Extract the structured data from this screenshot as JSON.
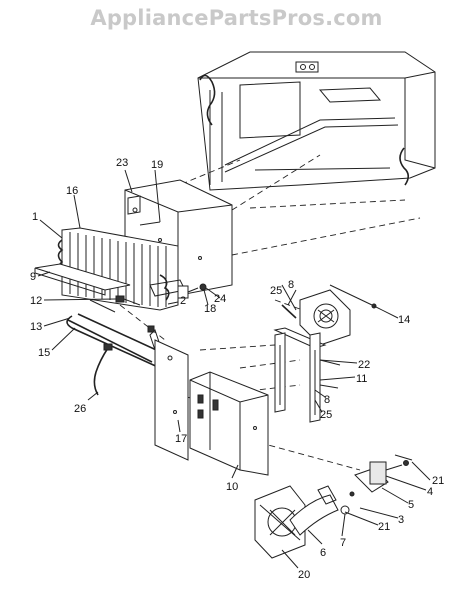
{
  "watermark": "AppliancePartsPros.com",
  "labels": {
    "p1": "1",
    "p2": "2",
    "p3": "3",
    "p4": "4",
    "p5": "5",
    "p6": "6",
    "p7": "7",
    "p8a": "8",
    "p8b": "8",
    "p9": "9",
    "p10": "10",
    "p11": "11",
    "p12": "12",
    "p13": "13",
    "p14": "14",
    "p15": "15",
    "p16": "16",
    "p17": "17",
    "p18": "18",
    "p19": "19",
    "p20": "20",
    "p21a": "21",
    "p21b": "21",
    "p22": "22",
    "p23": "23",
    "p24": "24",
    "p25a": "25",
    "p25b": "25",
    "p26": "26"
  }
}
